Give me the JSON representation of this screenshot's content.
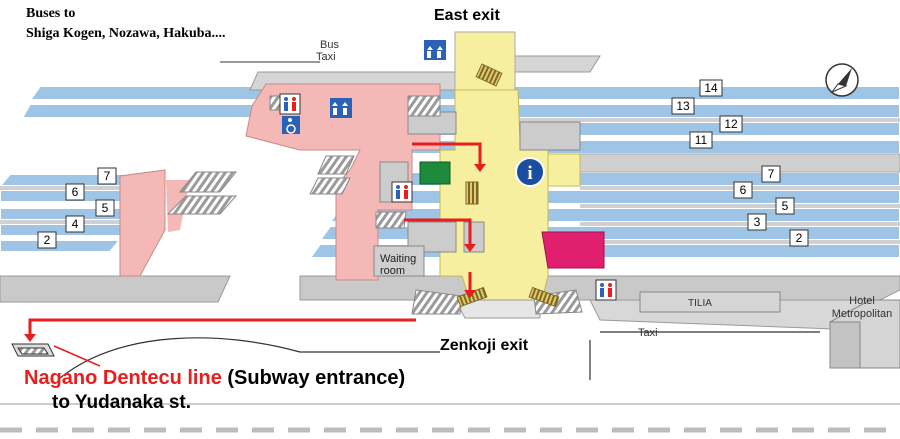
{
  "top_note": {
    "line1": "Buses to",
    "line2": "Shiga Kogen, Nozawa, Hakuba...."
  },
  "labels": {
    "bus": "Bus",
    "taxi_top": "Taxi",
    "east_exit": "East exit",
    "zenkoji_exit": "Zenkoji exit",
    "waiting_line1": "Waiting",
    "waiting_line2": "room",
    "tilia": "TILIA",
    "hotel_line1": "Hotel",
    "hotel_line2": "Metropolitan",
    "taxi_bottom": "Taxi",
    "info": "i"
  },
  "dentecu": {
    "red_text": "Nagano Dentecu line",
    "black_text": " (Subway entrance)",
    "line2": "to Yudanaka st."
  },
  "platforms": {
    "left": [
      "7",
      "6",
      "5",
      "4",
      "2"
    ],
    "right_upper": [
      "14",
      "13",
      "12",
      "11"
    ],
    "right_lower": [
      "7",
      "6",
      "5",
      "3",
      "2"
    ]
  },
  "icons": [
    "elevator-icon",
    "toilet-icon",
    "accessible-toilet-icon",
    "compass-icon",
    "escalator-icon",
    "info-icon",
    "subway-entrance-icon"
  ],
  "colors": {
    "track_blue": "#9ec4e6",
    "track_outline": "#ffffff",
    "pink_building": "#f4b8b6",
    "concourse_yellow": "#f6efa0",
    "magenta_shop": "#e0206e",
    "green_booth": "#1e8a3c",
    "route_red": "#e81e1e",
    "info_blue": "#1a4fa0",
    "sign_blue": "#2a62b8"
  }
}
